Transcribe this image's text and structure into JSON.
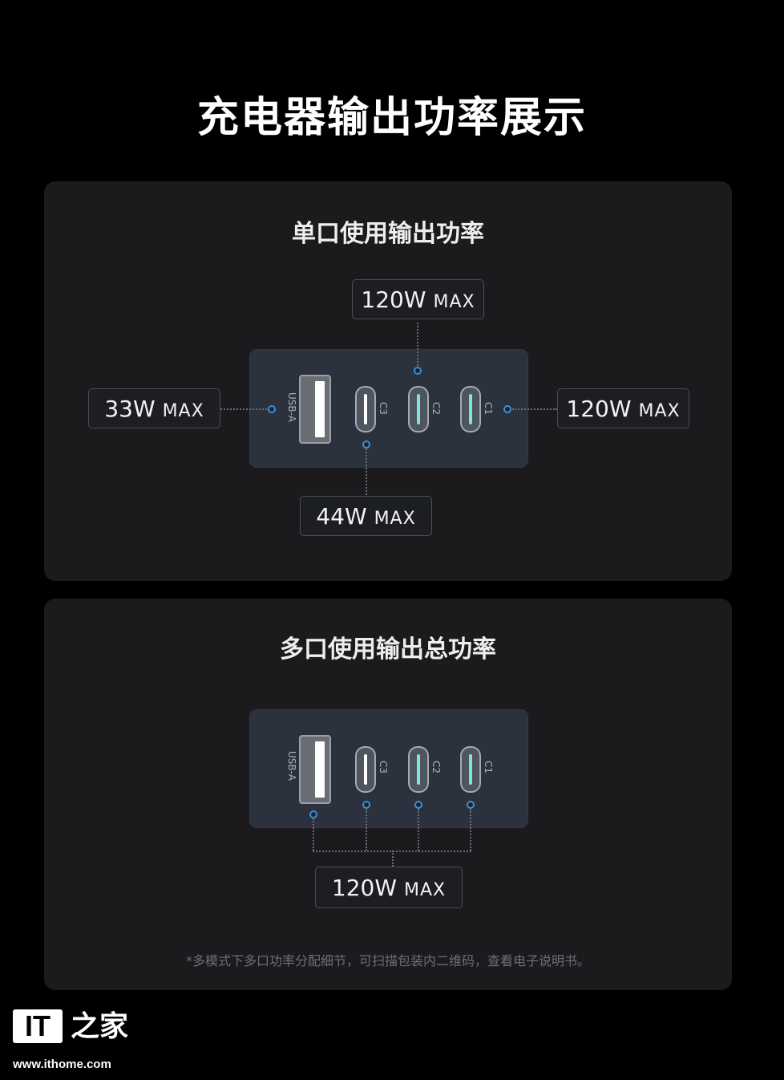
{
  "title": "充电器输出功率展示",
  "single_port": {
    "heading": "单口使用输出功率",
    "ports": [
      {
        "label": "USB-A",
        "power": "33W",
        "unit": "MAX"
      },
      {
        "label": "C3",
        "power": "44W",
        "unit": "MAX"
      },
      {
        "label": "C2",
        "power": "120W",
        "unit": "MAX"
      },
      {
        "label": "C1",
        "power": "120W",
        "unit": "MAX"
      }
    ]
  },
  "multi_port": {
    "heading": "多口使用输出总功率",
    "ports": [
      "USB-A",
      "C3",
      "C2",
      "C1"
    ],
    "total_power": "120W",
    "total_unit": "MAX",
    "note": "*多模式下多口功率分配细节，可扫描包装内二维码，查看电子说明书。"
  },
  "colors": {
    "accent_dot": "#3d8fd6",
    "slot_cyan": "#7fe3e0",
    "slot_white": "#ffffff"
  },
  "watermark": {
    "logo_text": "IT",
    "logo_cn": "之家",
    "url": "www.ithome.com"
  }
}
